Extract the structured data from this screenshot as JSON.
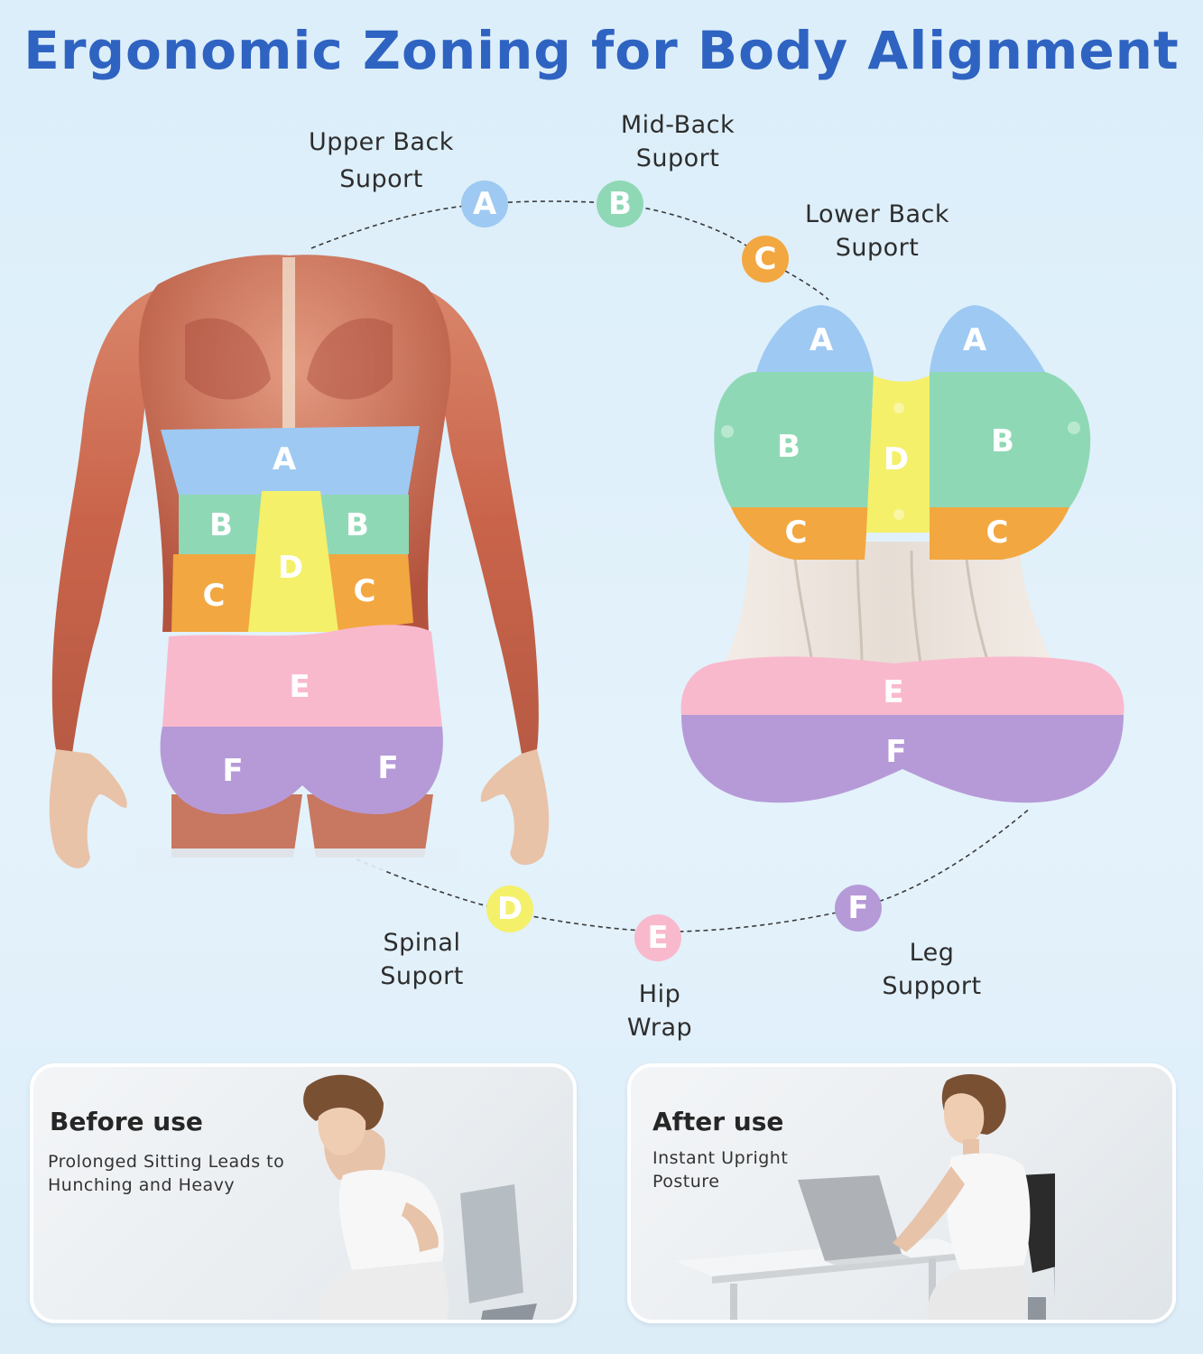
{
  "title": "Ergonomic Zoning for Body Alignment",
  "colors": {
    "title": "#2f63c2",
    "zone_a": "#9ec9f2",
    "zone_b": "#8fd8b6",
    "zone_c": "#f2a740",
    "zone_d": "#f4f06a",
    "zone_e": "#f9b9cd",
    "zone_f": "#b69ad8"
  },
  "zones": [
    {
      "letter": "A",
      "label_lines": [
        "Upper Back",
        "Suport"
      ]
    },
    {
      "letter": "B",
      "label_lines": [
        "Mid-Back",
        "Suport"
      ]
    },
    {
      "letter": "C",
      "label_lines": [
        "Lower Back",
        "Suport"
      ]
    },
    {
      "letter": "D",
      "label_lines": [
        "Spinal",
        "Suport"
      ]
    },
    {
      "letter": "E",
      "label_lines": [
        "Hip",
        "Wrap"
      ]
    },
    {
      "letter": "F",
      "label_lines": [
        "Leg",
        "Support"
      ]
    }
  ],
  "before": {
    "title": "Before use",
    "lines": [
      "Prolonged Sitting Leads to",
      "Hunching and Heavy"
    ]
  },
  "after": {
    "title": "After use",
    "lines": [
      "Instant Upright",
      "Posture"
    ]
  }
}
